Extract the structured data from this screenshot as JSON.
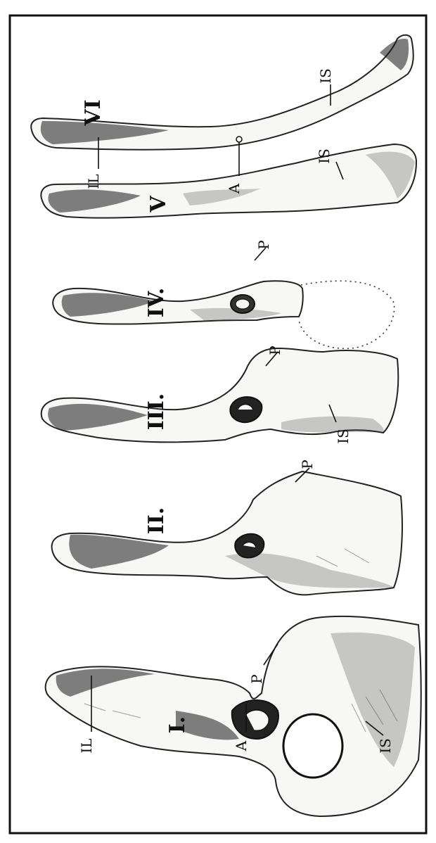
{
  "figures": [
    {
      "numeral": "I.",
      "labels": {
        "ilium": "IL",
        "acetabulum": "A",
        "pubis": "P",
        "ischium": "IS"
      }
    },
    {
      "numeral": "II.",
      "labels": {
        "pubis": "P"
      }
    },
    {
      "numeral": "III.",
      "labels": {
        "pubis": "P",
        "ischium": "IS"
      }
    },
    {
      "numeral": "IV.",
      "labels": {
        "pubis": "P"
      }
    },
    {
      "numeral": "V",
      "labels": {
        "ischium": "IS"
      }
    },
    {
      "numeral": "VI",
      "labels": {
        "ilium": "IL",
        "acetabulum": "A",
        "ischium": "IS"
      }
    }
  ]
}
